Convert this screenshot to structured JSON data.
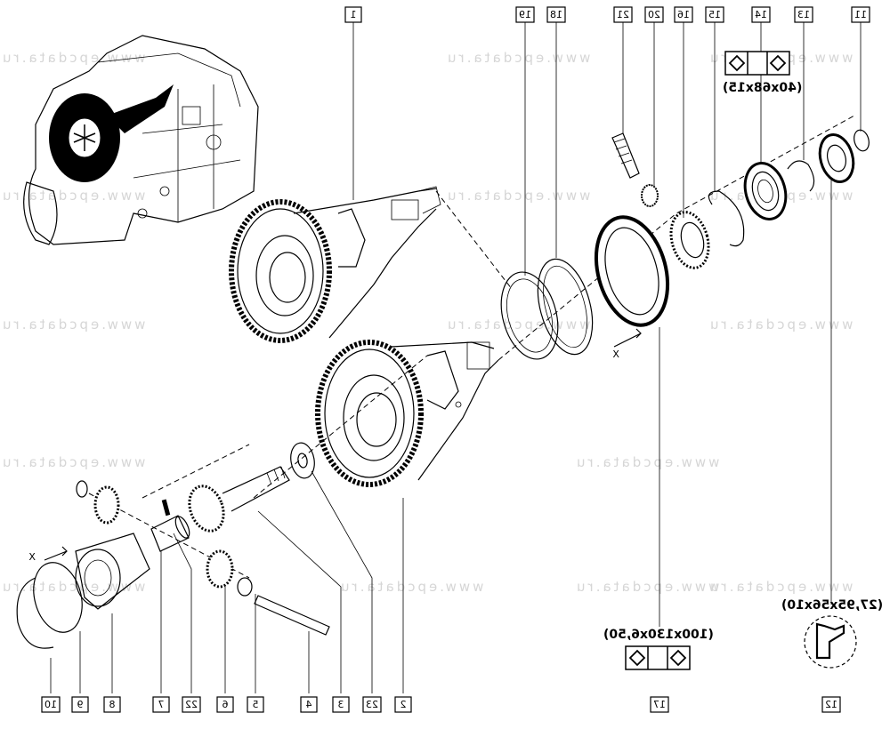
{
  "watermark": "www.epcdata.ru",
  "callouts": {
    "c1": "1",
    "c2": "2",
    "c3": "3",
    "c4": "4",
    "c5": "5",
    "c6": "6",
    "c7": "7",
    "c8": "8",
    "c9": "9",
    "c10": "10",
    "c11": "11",
    "c12": "12",
    "c13": "13",
    "c14": "14",
    "c15": "15",
    "c16": "16",
    "c17": "17",
    "c18": "18",
    "c19": "19",
    "c20": "20",
    "c21": "21",
    "c22": "22",
    "c23": "23"
  },
  "specs": {
    "seal_14": "(40x68x15)",
    "seal_17": "(100x130x6,50)",
    "seal_12": "(27,95x56x10)"
  },
  "labels": {
    "section_x_left": "X",
    "section_x_right": "X"
  }
}
